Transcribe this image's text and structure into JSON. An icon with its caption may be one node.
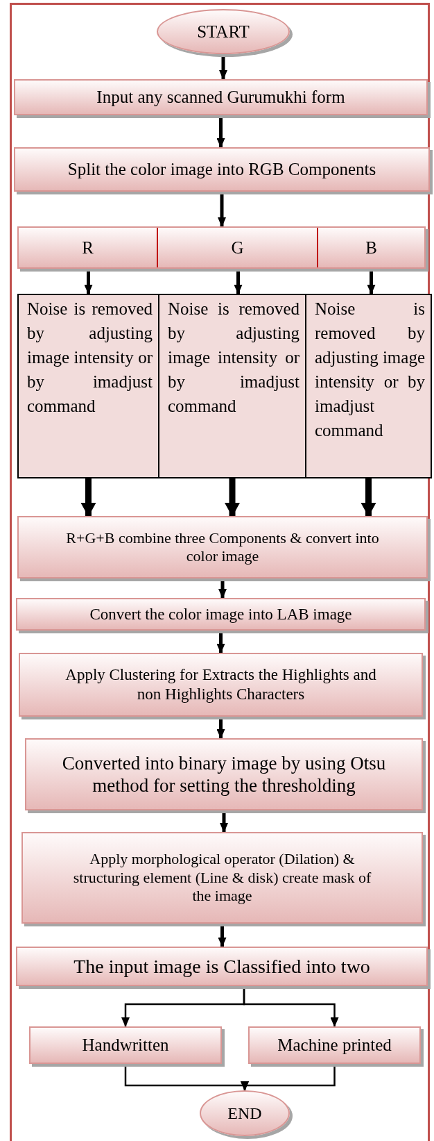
{
  "diagram": {
    "nodes": [
      {
        "text": [
          "START"
        ]
      },
      {
        "text": [
          "Input any scanned Gurumukhi form"
        ]
      },
      {
        "text": [
          "Split the color image into RGB Components"
        ]
      },
      {
        "text": [],
        "shape": "bar"
      },
      {
        "text": [
          "R"
        ],
        "in": 3
      },
      {
        "text": [
          "G"
        ],
        "in": 3
      },
      {
        "text": [
          "B"
        ],
        "in": 3
      },
      {
        "text": [
          "Noise is removed by adjusting image intensity or by imadjust command"
        ]
      },
      {
        "text": [
          "Noise is removed by adjusting image intensity or by imadjust command"
        ]
      },
      {
        "text": [
          "Noise is removed by adjusting image intensity or by imadjust command"
        ]
      },
      {
        "text": [
          "R+G+B combine three Components & convert into color image"
        ]
      },
      {
        "text": [
          "Convert the color image into LAB image"
        ]
      },
      {
        "text": [
          "Apply Clustering for Extracts the Highlights and non Highlights Characters"
        ]
      },
      {
        "text": [
          "Converted into binary image by using Otsu method for setting the thresholding"
        ]
      },
      {
        "text": [
          "Apply morphological operator (Dilation) & structuring element (Line & disk) create mask of the image"
        ]
      },
      {
        "text": [
          "The input image is Classified into two"
        ]
      },
      {
        "text": [
          "Handwritten"
        ]
      },
      {
        "text": [
          "Machine printed"
        ]
      },
      {
        "text": [
          "END"
        ]
      }
    ],
    "edges": [
      {
        "from": 0,
        "to": 1,
        "arrow": "to"
      },
      {
        "from": 1,
        "to": 2,
        "arrow": "to"
      },
      {
        "from": 2,
        "to": 3,
        "arrow": "to"
      },
      {
        "from": 4,
        "to": 7,
        "arrow": "to"
      },
      {
        "from": 5,
        "to": 8,
        "arrow": "to"
      },
      {
        "from": 6,
        "to": 9,
        "arrow": "to"
      },
      {
        "from": 7,
        "to": 10,
        "arrow": "to",
        "style": "thick"
      },
      {
        "from": 8,
        "to": 10,
        "arrow": "to",
        "style": "thick"
      },
      {
        "from": 9,
        "to": 10,
        "arrow": "to",
        "style": "thick"
      },
      {
        "from": 10,
        "to": 11,
        "arrow": "to"
      },
      {
        "from": 11,
        "to": 12,
        "arrow": "to"
      },
      {
        "from": 12,
        "to": 13,
        "arrow": "to"
      },
      {
        "from": 13,
        "to": 14,
        "arrow": "to"
      },
      {
        "from": 14,
        "to": 15,
        "arrow": "to"
      },
      {
        "from": 15,
        "to": 16,
        "arrow": "to"
      },
      {
        "from": 15,
        "to": 17,
        "arrow": "to"
      },
      {
        "from": 16,
        "to": 18,
        "arrow": "to"
      },
      {
        "from": 17,
        "to": 18,
        "arrow": "to"
      }
    ]
  }
}
